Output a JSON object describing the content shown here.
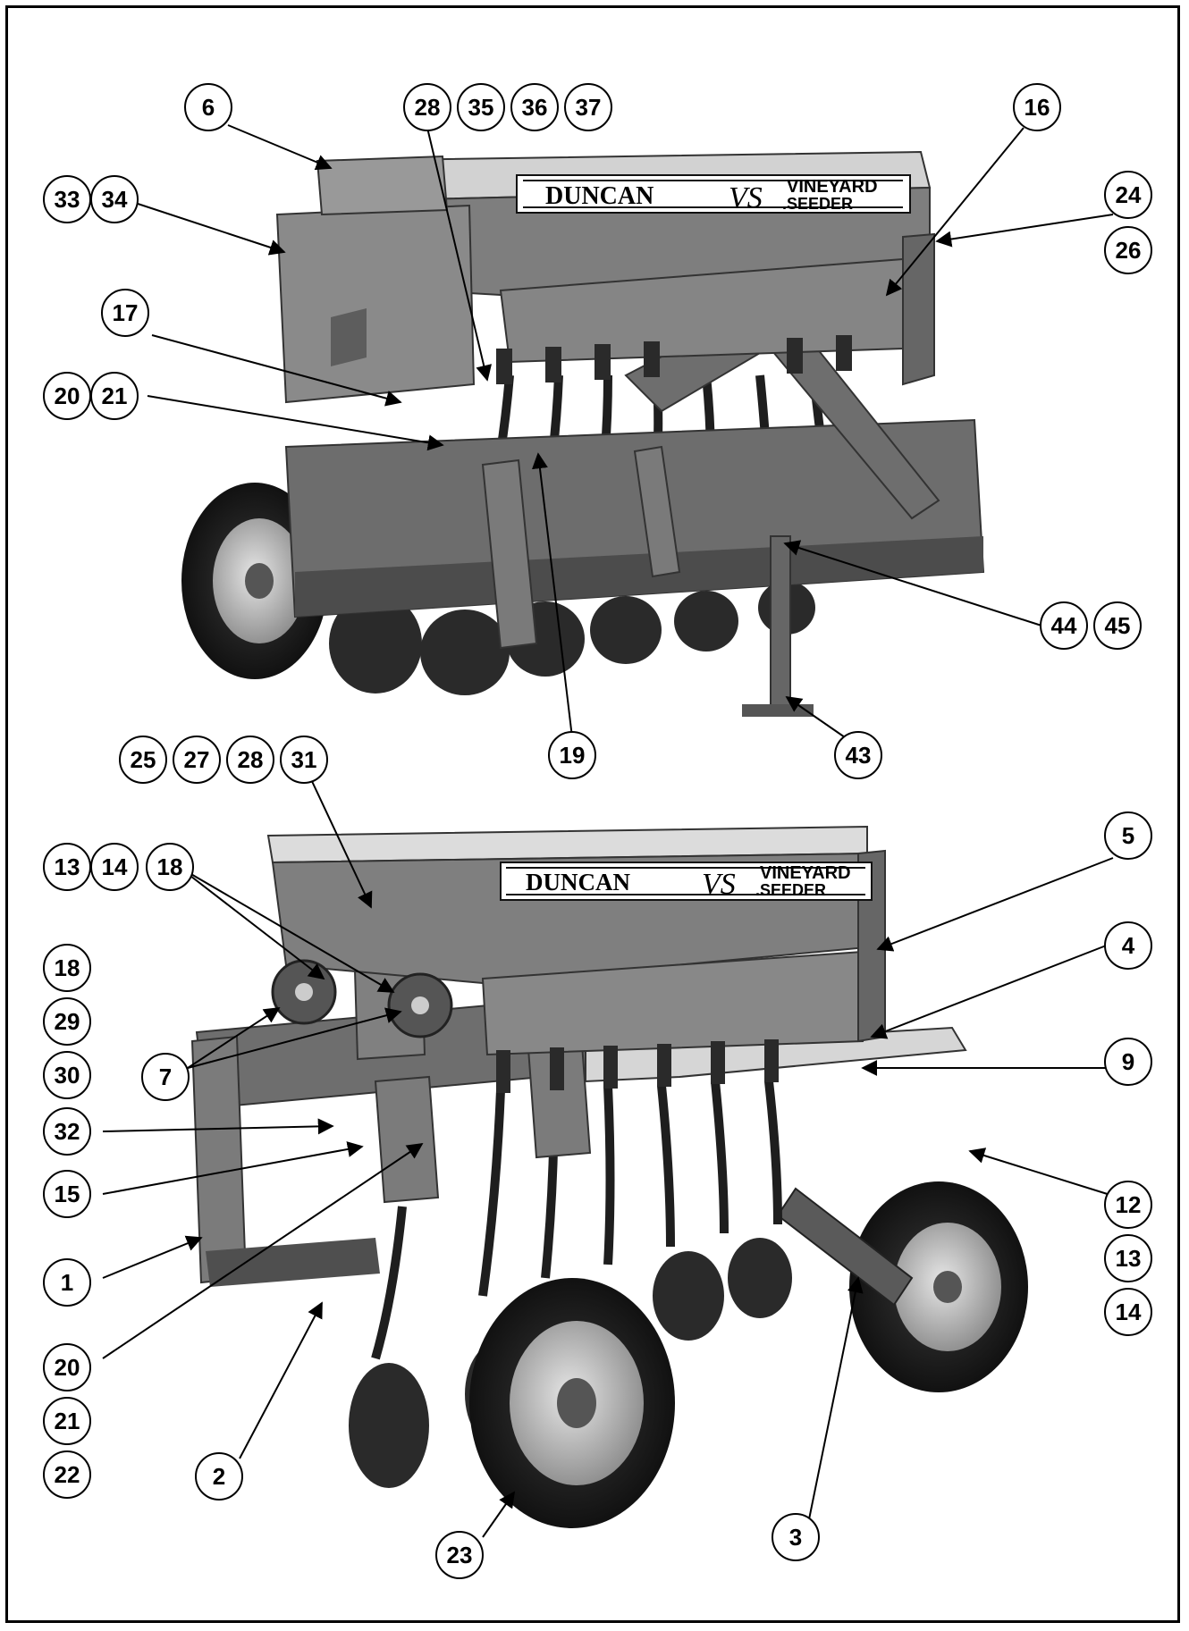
{
  "brand": {
    "maker": "DUNCAN",
    "model_mark": "VS",
    "model_line1": "VINEYARD",
    "model_line2": ".SEEDER"
  },
  "callouts": {
    "c6": "6",
    "c28a": "28",
    "c35": "35",
    "c36": "36",
    "c37": "37",
    "c16": "16",
    "c33": "33",
    "c34": "34",
    "c24": "24",
    "c26": "26",
    "c17": "17",
    "c20a": "20",
    "c21a": "21",
    "c44": "44",
    "c45": "45",
    "c19": "19",
    "c43": "43",
    "c25": "25",
    "c27": "27",
    "c28b": "28",
    "c31": "31",
    "c13a": "13",
    "c14a": "14",
    "c18a": "18",
    "c5": "5",
    "c4": "4",
    "c18b": "18",
    "c29": "29",
    "c30": "30",
    "c7": "7",
    "c9": "9",
    "c32": "32",
    "c15": "15",
    "c12": "12",
    "c13b": "13",
    "c14b": "14",
    "c1": "1",
    "c20b": "20",
    "c21b": "21",
    "c22": "22",
    "c2": "2",
    "c3": "3",
    "c23": "23"
  }
}
